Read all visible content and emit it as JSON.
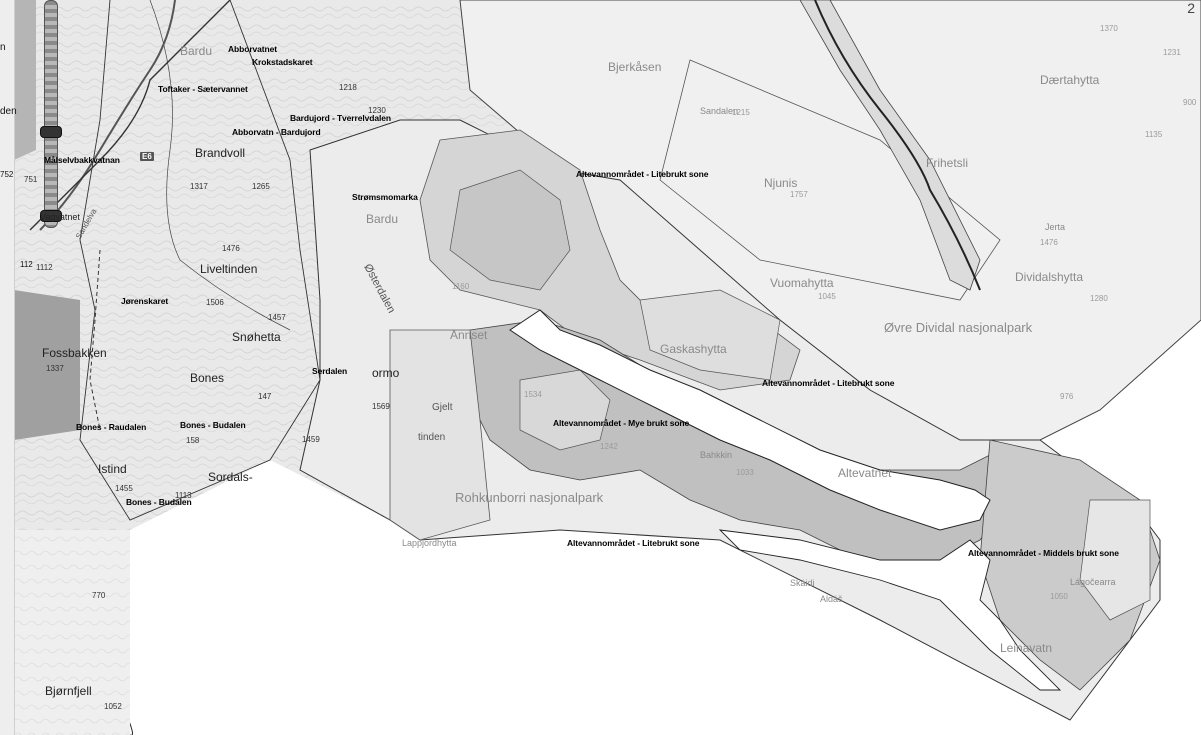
{
  "zones": [
    {
      "label": "Altevannområdet - Litebrukt sone"
    },
    {
      "label": "Altevannområdet - Litebrukt sone"
    },
    {
      "label": "Altevannområdet - Mye brukt sone"
    },
    {
      "label": "Altevannområdet - Litebrukt sone"
    },
    {
      "label": "Altevannområdet - Middels brukt sone"
    }
  ],
  "places": [
    "Abborvatnet",
    "Krokstadskaret",
    "Toftaker - Sætervannet",
    "Bardujord - Tverrelvdalen",
    "Abborvatn - Bardujord",
    "Målselvbakkvatnan",
    "Strømsmomarka",
    "Jørenskaret",
    "Serdalen",
    "Bones - Raudalen",
    "Bones - Budalen",
    "Bones - Budalen"
  ],
  "towns": [
    "Brandvoll",
    "Liveltinden",
    "Snøhetta",
    "Bones",
    "Fossbakken",
    "Istind",
    "Bjørnfjell",
    "Sordals-",
    "ormo"
  ],
  "background_names": [
    "Bardu",
    "Bjerkåsen",
    "Sandalen",
    "Dærtahytta",
    "Frihetsli",
    "Njunis",
    "Jerta",
    "Vuomahytta",
    "Dividalshytta",
    "Øvre Dividal nasjonalpark",
    "Gaskashytta",
    "Rohkunborri nasjonalpark",
    "Lappjordhytta",
    "Altevatnet",
    "Lágočearra",
    "Leinavatn",
    "Bardu",
    "Østerdalen",
    "Annset",
    "Bahkkin",
    "Aldáš",
    "Skáidi",
    "tinden",
    "Gjelt",
    "Vagvatnet",
    "Sandelva"
  ],
  "elevations": [
    "1218",
    "1230",
    "1317",
    "1265",
    "1476",
    "1506",
    "1457",
    "1459",
    "1569",
    "147",
    "158",
    "1455",
    "1113",
    "770",
    "1052",
    "751",
    "1337",
    "1112",
    "1370",
    "1231",
    "900",
    "1135",
    "1757",
    "1476",
    "1045",
    "1280",
    "976",
    "1534",
    "1242",
    "1050",
    "1033",
    "1215",
    "1160"
  ],
  "roads": [
    "E6"
  ],
  "corner_mark": "2",
  "scrap_texts": [
    "n",
    "den",
    "752",
    "112"
  ],
  "colors": {
    "dark_zone": "#c3c3c3",
    "mid_zone": "#d7d7d7",
    "light_zone": "#f2f2f2",
    "white_zone": "#ffffff",
    "topo_bg": "#e8e8e8",
    "water": "#b0b0b0"
  }
}
